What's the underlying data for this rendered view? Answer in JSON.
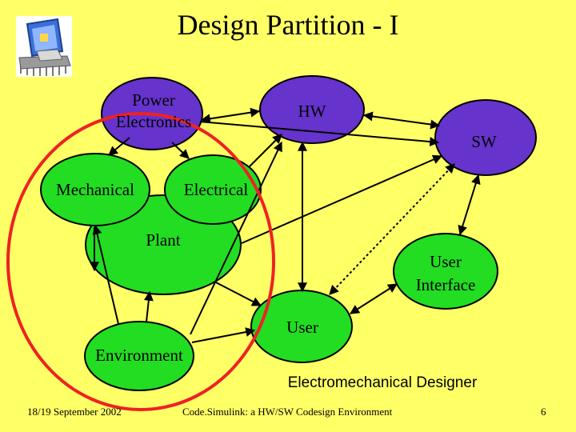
{
  "title": "Design Partition - I",
  "nodes": {
    "power_electronics": [
      "Power",
      "Electronics"
    ],
    "hw": "HW",
    "sw": "SW",
    "mechanical": "Mechanical",
    "electrical": "Electrical",
    "plant": "Plant",
    "user_interface": [
      "User",
      "Interface"
    ],
    "user": "User",
    "environment": "Environment"
  },
  "annotation": "Electromechanical Designer",
  "footer": {
    "date": "18/19 September 2002",
    "center": "Code.Simulink: a HW/SW Codesign Environment",
    "page": "6"
  },
  "colors": {
    "background": "#FFFF66",
    "electronics_nodes": "#6633CC",
    "physical_nodes": "#22DD22",
    "highlight_circle": "#EE2222"
  },
  "logo_icon": "chip-with-computer-icon"
}
